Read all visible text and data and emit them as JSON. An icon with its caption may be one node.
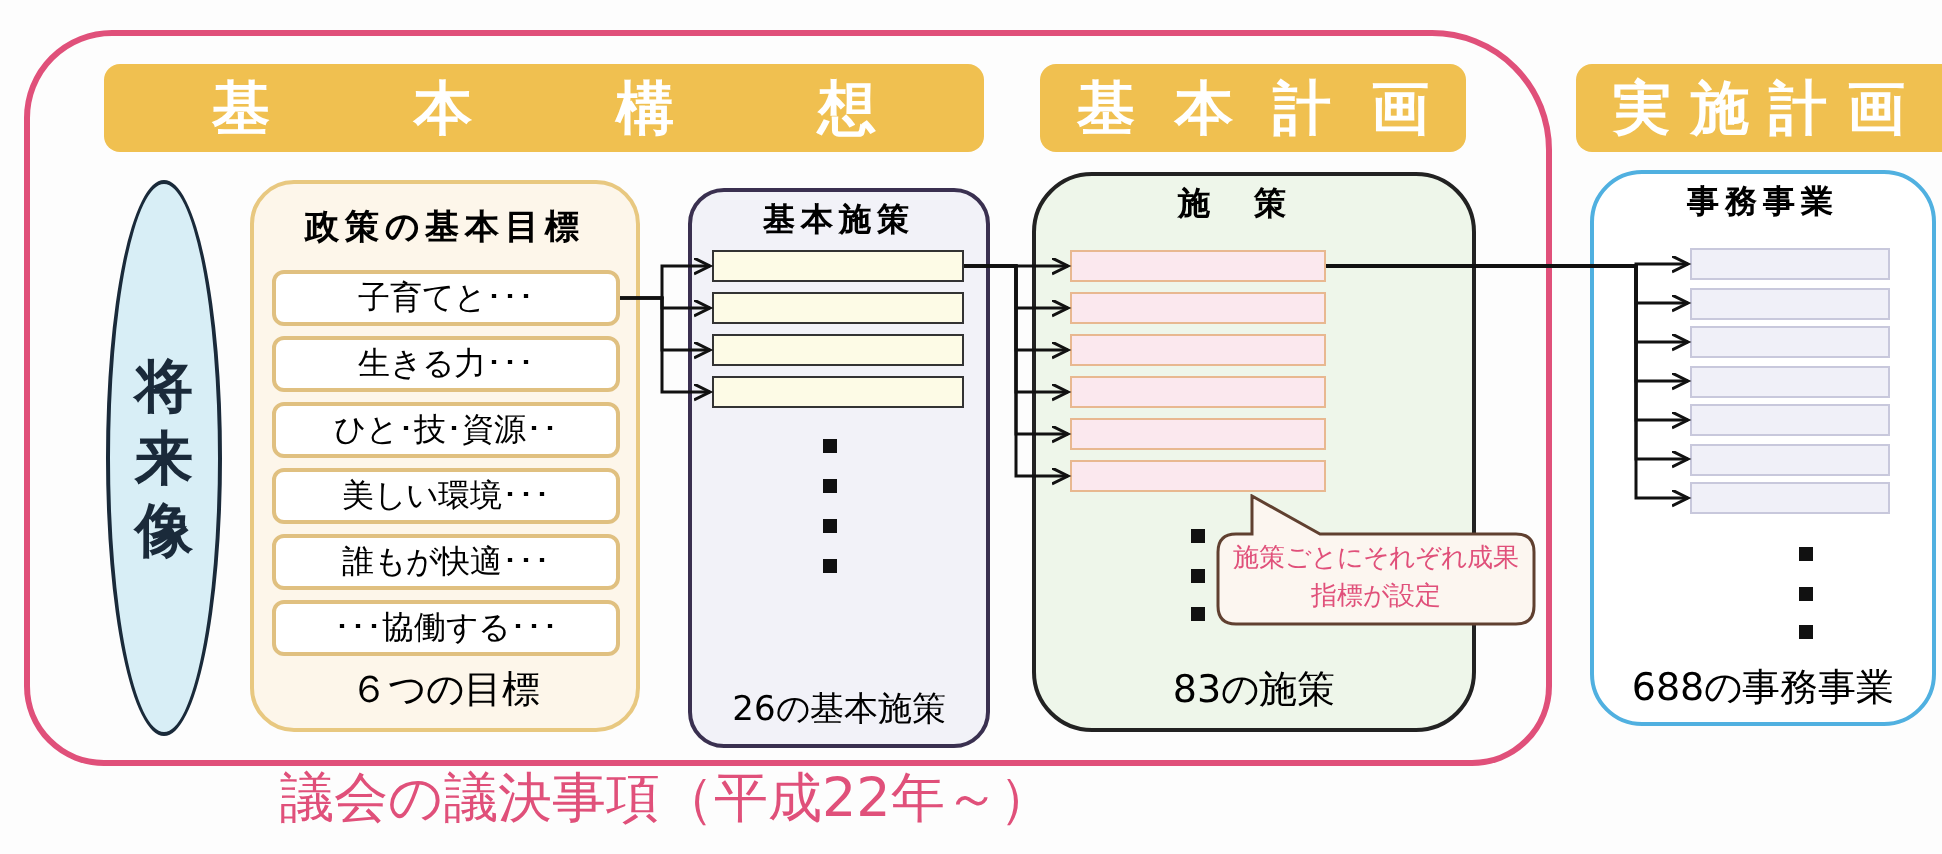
{
  "diagram": {
    "nodes": [
      {
        "text": [],
        "shape": "box",
        "beside": [
          "議会の議決事項（平成22年～）"
        ]
      },
      {
        "text": [
          "基本構想"
        ],
        "in": 0
      },
      {
        "text": [
          "基本計画"
        ],
        "in": 0
      },
      {
        "text": [
          "実施計画"
        ]
      },
      {
        "text": [
          "将来像"
        ],
        "in": 0
      },
      {
        "text": [
          "政策の基本目標",
          "６つの目標"
        ],
        "in": 0
      },
      {
        "text": [
          "子育てと･･･"
        ],
        "in": 5
      },
      {
        "text": [
          "生きる力･･･"
        ],
        "in": 5
      },
      {
        "text": [
          "ひと･技･資源･･"
        ],
        "in": 5
      },
      {
        "text": [
          "美しい環境･･･"
        ],
        "in": 5
      },
      {
        "text": [
          "誰もが快適･･･"
        ],
        "in": 5
      },
      {
        "text": [
          "･･･協働する･･･"
        ],
        "in": 5
      },
      {
        "text": [
          "基本施策",
          "26の基本施策"
        ],
        "in": 0
      },
      {
        "text": [],
        "shape": "bar",
        "in": 12
      },
      {
        "text": [],
        "shape": "bar",
        "in": 12
      },
      {
        "text": [],
        "shape": "bar",
        "in": 12
      },
      {
        "text": [],
        "shape": "bar",
        "in": 12
      },
      {
        "text": [
          "施策",
          "83の施策"
        ],
        "in": 0
      },
      {
        "text": [],
        "shape": "bar",
        "in": 17
      },
      {
        "text": [],
        "shape": "bar",
        "in": 17
      },
      {
        "text": [],
        "shape": "bar",
        "in": 17
      },
      {
        "text": [],
        "shape": "bar",
        "in": 17
      },
      {
        "text": [],
        "shape": "bar",
        "in": 17
      },
      {
        "text": [],
        "shape": "bar",
        "in": 17
      },
      {
        "text": [
          "施策ごとにそれぞれ成果指標が設定"
        ],
        "in": 0
      },
      {
        "text": [
          "事務事業",
          "688の事務事業"
        ]
      },
      {
        "text": [],
        "shape": "bar",
        "in": 25
      },
      {
        "text": [],
        "shape": "bar",
        "in": 25
      },
      {
        "text": [],
        "shape": "bar",
        "in": 25
      },
      {
        "text": [],
        "shape": "bar",
        "in": 25
      },
      {
        "text": [],
        "shape": "bar",
        "in": 25
      },
      {
        "text": [],
        "shape": "bar",
        "in": 25
      },
      {
        "text": [],
        "shape": "bar",
        "in": 25
      }
    ],
    "edges": [
      {
        "from": 6,
        "to": 13,
        "arrow": "to"
      },
      {
        "from": 6,
        "to": 14,
        "arrow": "to"
      },
      {
        "from": 6,
        "to": 15,
        "arrow": "to"
      },
      {
        "from": 6,
        "to": 16,
        "arrow": "to"
      },
      {
        "from": 13,
        "to": 18,
        "arrow": "to"
      },
      {
        "from": 13,
        "to": 19,
        "arrow": "to"
      },
      {
        "from": 13,
        "to": 20,
        "arrow": "to"
      },
      {
        "from": 13,
        "to": 21,
        "arrow": "to"
      },
      {
        "from": 13,
        "to": 22,
        "arrow": "to"
      },
      {
        "from": 13,
        "to": 23,
        "arrow": "to"
      },
      {
        "from": 18,
        "to": 26,
        "arrow": "to"
      },
      {
        "from": 18,
        "to": 27,
        "arrow": "to"
      },
      {
        "from": 18,
        "to": 28,
        "arrow": "to"
      },
      {
        "from": 18,
        "to": 29,
        "arrow": "to"
      },
      {
        "from": 18,
        "to": 30,
        "arrow": "to"
      },
      {
        "from": 18,
        "to": 31,
        "arrow": "to"
      },
      {
        "from": 18,
        "to": 32,
        "arrow": "to"
      }
    ]
  }
}
